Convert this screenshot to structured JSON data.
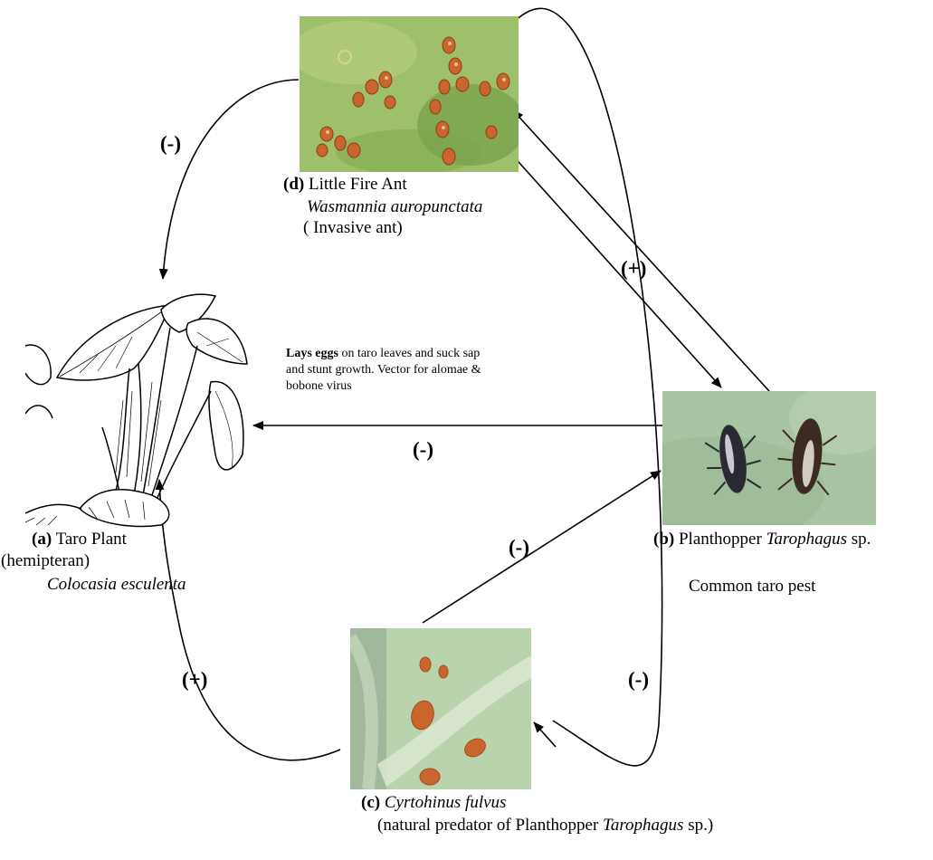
{
  "nodes": {
    "taro": {
      "id": "(a)",
      "name": "Taro Plant",
      "group": "(hemipteran)",
      "species": "Colocasia esculenta"
    },
    "planthopper": {
      "id": "(b)",
      "name": "Planthopper",
      "genus": "Tarophagus",
      "suffix": "sp.",
      "note": "Common taro pest"
    },
    "predator": {
      "id": "(c)",
      "species": "Cyrtohinus fulvus",
      "note_prefix": "(natural predator of Planthopper",
      "note_genus": "Tarophagus",
      "note_suffix": "sp.)"
    },
    "ant": {
      "id": "(d)",
      "name": "Little Fire Ant",
      "species": "Wasmannia auropunctata",
      "note": "( Invasive ant)"
    }
  },
  "description": {
    "bold": "Lays eggs",
    "line1": "on taro leaves and suck sap",
    "line2": "and stunt growth. Vector for alomae &",
    "line3": "bobone virus"
  },
  "interaction_labels": {
    "ant_to_taro": "(-)",
    "ant_planthopper": "(+)",
    "planthopper_to_taro": "(-)",
    "predator_to_planthopper": "(-)",
    "predator_to_taro": "(+)",
    "ant_to_predator": "(-)"
  },
  "colors": {
    "line": "#000000",
    "leaf_green": "#9bc06a",
    "ant_orange": "#c8662e",
    "pale_leaf": "#b9d3ad",
    "bug_dark": "#2a2a33"
  }
}
